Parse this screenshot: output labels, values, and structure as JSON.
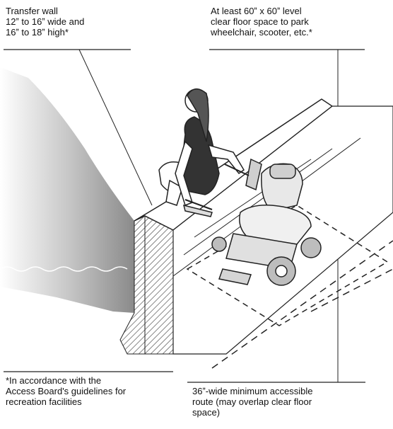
{
  "labels": {
    "transfer_wall": "Transfer wall\n12ˮ to 16ˮ wide and\n16ˮ to 18ˮ high*",
    "clear_floor": "At least 60ˮ x 60ˮ level\nclear floor space to park\nwheelchair, scooter, etc.*",
    "footnote": "*In accordance with the\nAccess Board's guidelines for\nrecreation facilities",
    "route": "36ˮ-wide minimum accessible\nroute (may overlap clear floor\nspace)"
  }
}
